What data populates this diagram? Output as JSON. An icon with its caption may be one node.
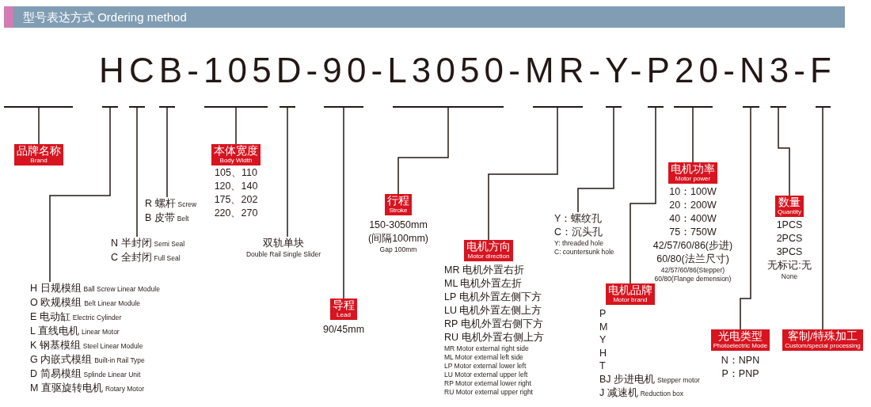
{
  "diagram": {
    "title": "型号表达方式 Ordering method",
    "nodes": [
      {
        "text": [],
        "shape": "bar"
      },
      {
        "text": [],
        "shape": "bar"
      },
      {
        "text": [],
        "shape": "bar"
      },
      {
        "text": [],
        "shape": "bar"
      },
      {
        "text": [],
        "shape": "bar"
      },
      {
        "text": [],
        "shape": "bar"
      },
      {
        "text": [],
        "shape": "bar"
      },
      {
        "text": [],
        "shape": "bar"
      },
      {
        "text": [],
        "shape": "bar"
      },
      {
        "text": [],
        "shape": "bar"
      },
      {
        "text": [],
        "shape": "bar"
      },
      {
        "text": [],
        "shape": "bar"
      },
      {
        "text": [],
        "shape": "bar"
      },
      {
        "text": [],
        "shape": "bar"
      },
      {
        "text": [],
        "shape": "bar"
      },
      {
        "text": [
          "品牌名称",
          "Brand"
        ]
      },
      {
        "text": [
          "H 日规模组",
          "Ball Screw Linear Module",
          "O 欧规模组",
          "Belt Linear Module",
          "E 电动缸",
          "Electric Cylinder",
          "L 直线电机",
          "Linear Motor",
          "K 钢基模组",
          "Steel Linear Module",
          "G 内嵌式模组",
          "Built-in Rail Type",
          "D 简易模组",
          "Splinde Linear Unit",
          "M 直驱旋转电机",
          "Rotary Motor"
        ]
      },
      {
        "text": [
          "N 半封闭",
          "Semi Seal",
          "C 全封闭",
          "Full Seal"
        ]
      },
      {
        "text": [
          "R 螺杆",
          "Screw",
          "B 皮带",
          "Belt"
        ]
      },
      {
        "text": [
          "本体宽度",
          "Body Width"
        ],
        "beside": [
          "105、110",
          "120、140",
          "175、202",
          "220、270"
        ]
      },
      {
        "text": [
          "双轨单块",
          "Double Rail Single Slider"
        ]
      },
      {
        "text": [
          "导程",
          "Lead"
        ],
        "beside": [
          "90/45mm"
        ]
      },
      {
        "text": [
          "行程",
          "Stroke"
        ],
        "beside": [
          "150-3050mm",
          "(间隔100mm)",
          "Gap 100mm"
        ]
      },
      {
        "text": [
          "电机方向",
          "Motor direction"
        ],
        "beside": [
          "MR 电机外置右折",
          "ML 电机外置左折",
          "LP 电机外置左侧下方",
          "LU 电机外置左侧上方",
          "RP 电机外置右侧下方",
          "RU 电机外置右侧上方",
          "MR Motor external right side",
          "ML Motor external left side",
          "LP Motor external lower left",
          "LU Motor external upper left",
          "RP Motor external lower right",
          "RU Motor external upper right"
        ]
      },
      {
        "text": [
          "Y：螺纹孔",
          "C：沉头孔",
          "Y: threaded hole",
          "C: countersunk hole"
        ]
      },
      {
        "text": [
          "电机品牌",
          "Motor brand"
        ],
        "beside": [
          "P",
          "M",
          "Y",
          "H",
          "T",
          "BJ 步进电机",
          "Stepper motor",
          "J 减速机",
          "Reduction box"
        ]
      },
      {
        "text": [
          "电机功率",
          "Motor power"
        ],
        "beside": [
          "10：100W",
          "20：200W",
          "40：400W",
          "75：750W",
          "42/57/60/86(步进)",
          "60/80(法兰尺寸)",
          "42/57/60/86(Stepper)",
          "60/80(Flange demension)"
        ]
      },
      {
        "text": [
          "光电类型",
          "Photoelectric Mode"
        ],
        "beside": [
          "N：NPN",
          "P：PNP"
        ]
      },
      {
        "text": [
          "数量",
          "Quantity"
        ],
        "beside": [
          "1PCS",
          "2PCS",
          "3PCS",
          "无标记:无",
          "None"
        ]
      },
      {
        "text": [
          "客制/特殊加工",
          "Custom/special processing"
        ]
      }
    ],
    "edges": [
      {
        "from": 15,
        "to": 0,
        "arrow": "none"
      },
      {
        "from": 16,
        "to": 1,
        "arrow": "none"
      },
      {
        "from": 17,
        "to": 2,
        "arrow": "none"
      },
      {
        "from": 18,
        "to": 3,
        "arrow": "none"
      },
      {
        "from": 19,
        "to": 4,
        "arrow": "none"
      },
      {
        "from": 20,
        "to": 5,
        "arrow": "none"
      },
      {
        "from": 21,
        "to": 6,
        "arrow": "none"
      },
      {
        "from": 22,
        "to": 7,
        "arrow": "none"
      },
      {
        "from": 23,
        "to": 8,
        "arrow": "none"
      },
      {
        "from": 24,
        "to": 9,
        "arrow": "none"
      },
      {
        "from": 25,
        "to": 10,
        "arrow": "none"
      },
      {
        "from": 26,
        "to": 11,
        "arrow": "none"
      },
      {
        "from": 27,
        "to": 12,
        "arrow": "none"
      },
      {
        "from": 28,
        "to": 13,
        "arrow": "none"
      },
      {
        "from": 29,
        "to": 14,
        "arrow": "none"
      }
    ],
    "labels": [
      "HCB-105D-90-L3050-MR-Y-P20-N3-F"
    ]
  }
}
